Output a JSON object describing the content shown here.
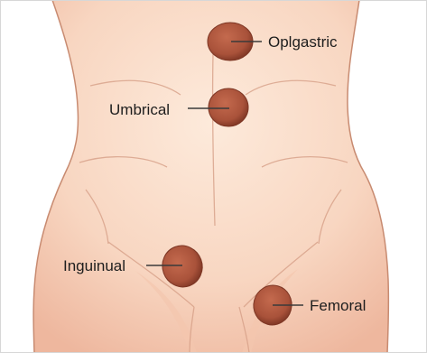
{
  "figure": {
    "colors": {
      "background": "#ffffff",
      "frame": "#d7d7d7",
      "skin_light": "#fde6d6",
      "skin_mid": "#f5cbb4",
      "skin_shadow": "#e4a98f",
      "outline": "#b97f66",
      "hernia_fill": "#b0583f",
      "hernia_edge": "#7d3624",
      "label_text": "#1e1e1e",
      "leader_line": "#3a3a3a"
    },
    "labels": [
      {
        "key": "epigastric",
        "text": "Oplgastric"
      },
      {
        "key": "umbilical",
        "text": "Umbrical"
      },
      {
        "key": "inguinal",
        "text": "Inguinual"
      },
      {
        "key": "femoral",
        "text": "Femoral"
      }
    ]
  }
}
